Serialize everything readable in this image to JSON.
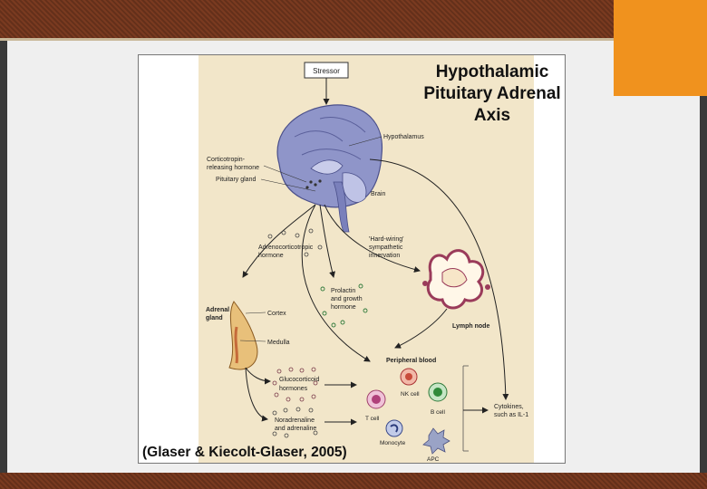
{
  "figure": {
    "title_lines": [
      "Hypothalamic",
      "Pituitary Adrenal",
      "Axis"
    ],
    "stressor": "Stressor",
    "labels": {
      "hypothalamus": "Hypothalamus",
      "crh_1": "Corticotropin-",
      "crh_2": "releasing hormone",
      "pituitary": "Pituitary gland",
      "brain": "Brain",
      "acth_1": "Adrenocorticotropic",
      "acth_2": "hormone",
      "hardwiring_1": "'Hard-wiring'",
      "hardwiring_2": "sympathetic",
      "hardwiring_3": "innervation",
      "adrenal_1": "Adrenal",
      "adrenal_2": "gland",
      "cortex": "Cortex",
      "medulla": "Medulla",
      "prolactin_1": "Prolactin",
      "prolactin_2": "and growth",
      "prolactin_3": "hormone",
      "lymph_node": "Lymph node",
      "peripheral_blood": "Peripheral blood",
      "gluco_1": "Glucocorticoid",
      "gluco_2": "hormones",
      "nor_1": "Noradrenaline",
      "nor_2": "and adrenaline",
      "nk_cell": "NK cell",
      "b_cell": "B cell",
      "t_cell": "T cell",
      "monocyte": "Monocyte",
      "apc": "APC",
      "cytokines_1": "Cytokines,",
      "cytokines_2": "such as IL-1"
    },
    "citation": "(Glaser & Kiecolt-Glaser, 2005)"
  },
  "colors": {
    "frame_brown": "#7a3a20",
    "accent_orange": "#f0921e",
    "slide_bg": "#efefef",
    "brain": "#8f95c9",
    "panel": "#f2e6c9",
    "adrenal": "#e8c07a",
    "lymph": "#9a3b5a"
  }
}
